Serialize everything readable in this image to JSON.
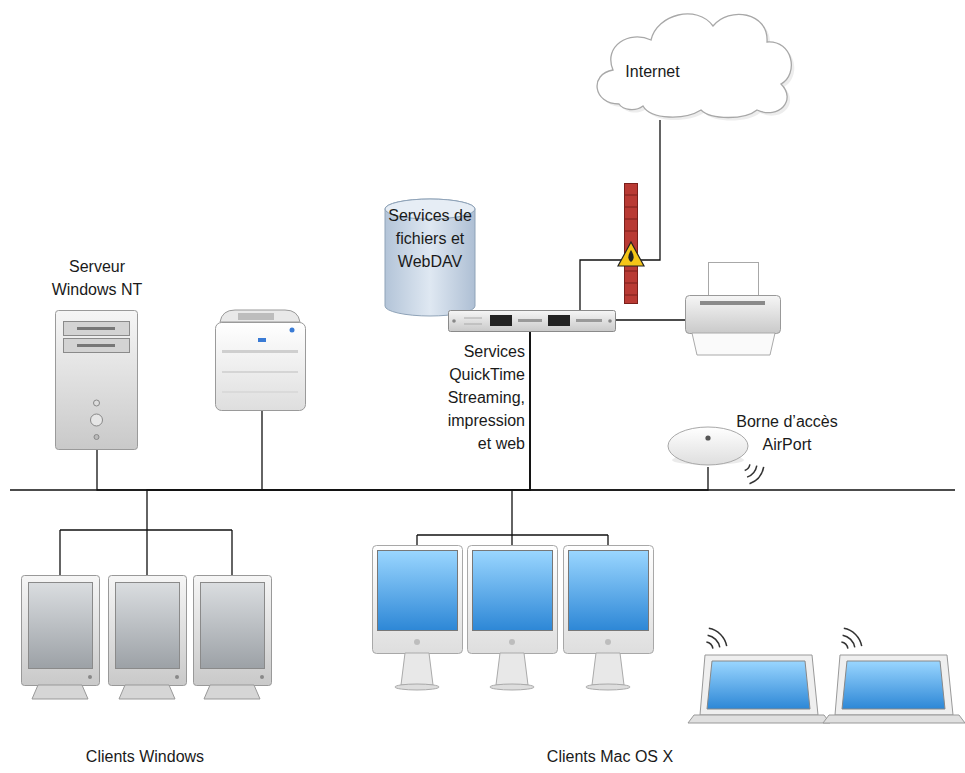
{
  "diagram": {
    "nodes": [
      {
        "text": [
          "Internet"
        ]
      },
      {
        "text": [
          "Services de fichiers et WebDAV"
        ]
      },
      {
        "text": [
          "Serveur Windows NT"
        ]
      },
      {
        "text": [
          "Services QuickTime Streaming, impression et web"
        ]
      },
      {
        "text": [
          "Borne d’accès AirPort"
        ]
      },
      {
        "text": [
          "Clients Windows"
        ]
      },
      {
        "text": [
          "Clients Mac OS X"
        ]
      }
    ],
    "edges": [
      {
        "from": 0,
        "to": 3,
        "arrow": "none"
      },
      {
        "from": 3,
        "to": 2,
        "arrow": "none"
      },
      {
        "from": 3,
        "to": 4,
        "arrow": "none"
      },
      {
        "from": 3,
        "to": 5,
        "arrow": "none"
      },
      {
        "from": 3,
        "to": 6,
        "arrow": "none"
      }
    ]
  }
}
